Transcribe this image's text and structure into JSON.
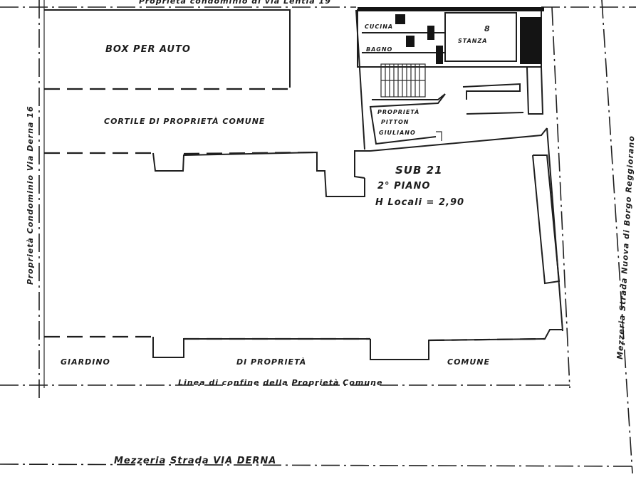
{
  "labels": {
    "top_neighbor": "Proprietà condominio di via Lentia 19",
    "left_neighbor": "Proprietà Condominio Via Derna 16",
    "right_road": "Mezzeria Strada Nuova di Borgo Reggiorano",
    "bottom_road": "Mezzeria Strada VIA DERNA",
    "box_auto": "BOX PER AUTO",
    "cortile": "CORTILE DI PROPRIETÀ COMUNE",
    "sub": "SUB 21",
    "piano": "2° PIANO",
    "h_locali": "H Locali = 2,90",
    "garden_1": "GIARDINO",
    "garden_2": "DI PROPRIETÀ",
    "garden_3": "COMUNE",
    "confine": "Linea di confine della Proprietà Comune",
    "room_cucina": "CUCINA",
    "room_bagno": "BAGNO",
    "room_stanza": "STANZA",
    "room_number": "8",
    "prop_1": "PROPRIETÀ",
    "prop_2": "PITTON",
    "prop_3": "GIULIANO"
  }
}
